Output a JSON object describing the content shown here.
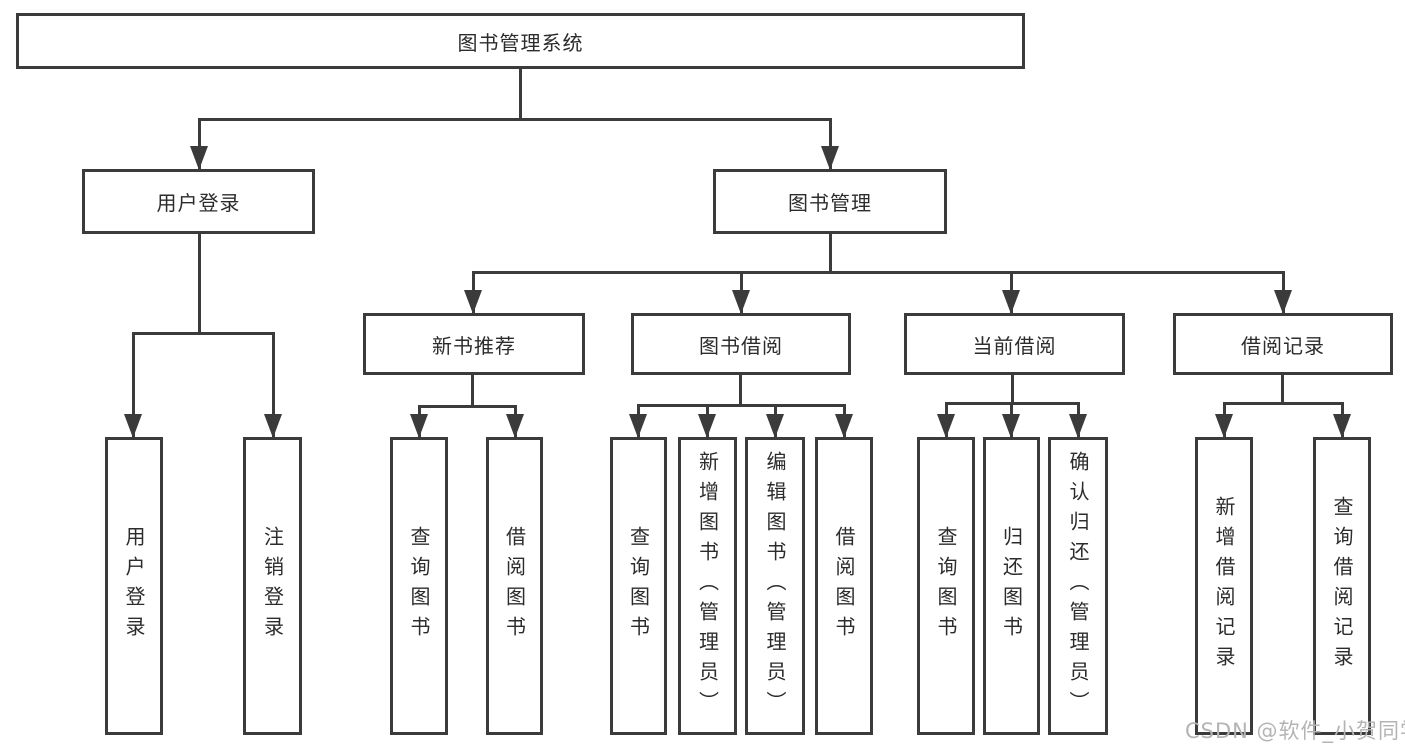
{
  "colors": {
    "line": "#3b3b3b",
    "box_border": "#3b3b3b",
    "text": "#2c2c2c",
    "background": "#ffffff",
    "watermark": "#b4b4b4"
  },
  "watermark": {
    "text": "CSDN @软件_小贺同学"
  },
  "diagram": {
    "root": {
      "label": "图书管理系统"
    },
    "user_login": {
      "label": "用户登录",
      "children": {
        "login": {
          "label": "用户登录"
        },
        "logout": {
          "label": "注销登录"
        }
      }
    },
    "book_management": {
      "label": "图书管理",
      "sections": {
        "new_book": {
          "label": "新书推荐",
          "children": {
            "query_books": {
              "label": "查询图书"
            },
            "borrow_books": {
              "label": "借阅图书"
            }
          }
        },
        "book_borrow": {
          "label": "图书借阅",
          "children": {
            "query_books": {
              "label": "查询图书"
            },
            "add_books": {
              "label": "新增图书（管理员）"
            },
            "edit_books": {
              "label": "编辑图书（管理员）"
            },
            "borrow_books": {
              "label": "借阅图书"
            }
          }
        },
        "current_borrow": {
          "label": "当前借阅",
          "children": {
            "query_books": {
              "label": "查询图书"
            },
            "return_books": {
              "label": "归还图书"
            },
            "confirm_return": {
              "label": "确认归还（管理员）"
            }
          }
        },
        "borrow_record": {
          "label": "借阅记录",
          "children": {
            "add_record": {
              "label": "新增借阅记录"
            },
            "query_record": {
              "label": "查询借阅记录"
            }
          }
        }
      }
    }
  }
}
